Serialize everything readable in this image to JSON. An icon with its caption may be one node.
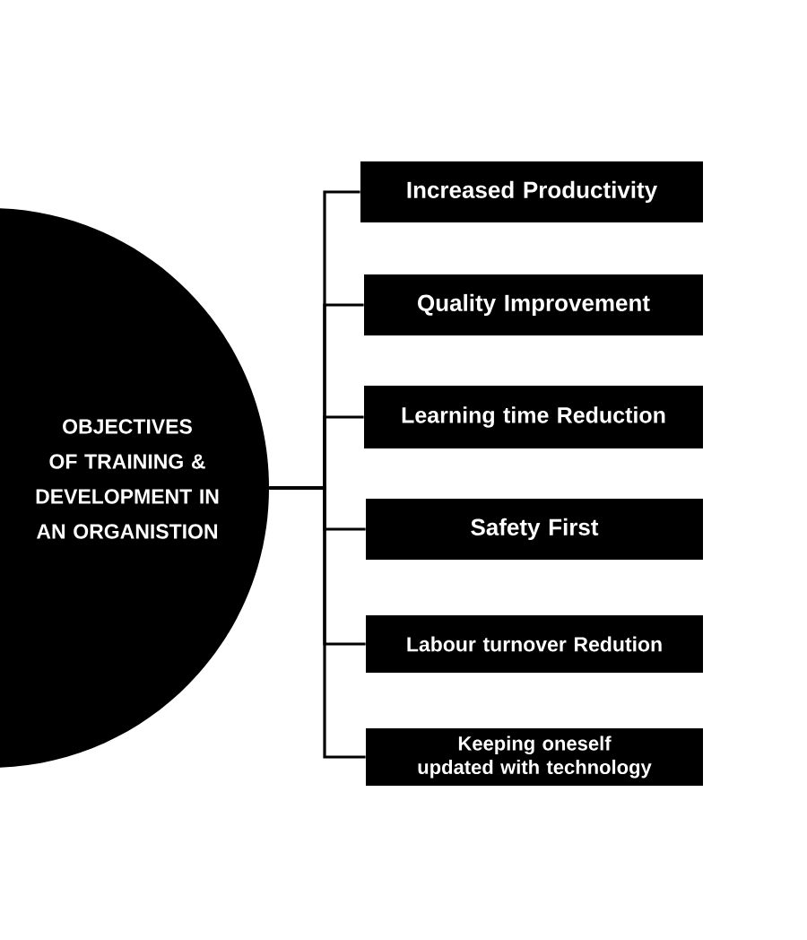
{
  "diagram": {
    "nodes": [
      {
        "text": [
          "OBJECTIVES OF TRAINING & DEVELOPMENT IN AN ORGANISTION"
        ]
      },
      {
        "text": [
          "Increased Productivity"
        ]
      },
      {
        "text": [
          "Quality Improvement"
        ]
      },
      {
        "text": [
          "Learning time Reduction"
        ]
      },
      {
        "text": [
          "Safety First"
        ]
      },
      {
        "text": [
          "Labour turnover Redution"
        ]
      },
      {
        "text": [
          "Keeping oneself updated with technology"
        ]
      }
    ],
    "edges": [
      {
        "from": 0,
        "to": 1,
        "arrow": "none"
      },
      {
        "from": 0,
        "to": 2,
        "arrow": "none"
      },
      {
        "from": 0,
        "to": 3,
        "arrow": "none"
      },
      {
        "from": 0,
        "to": 4,
        "arrow": "none"
      },
      {
        "from": 0,
        "to": 5,
        "arrow": "none"
      },
      {
        "from": 0,
        "to": 6,
        "arrow": "none"
      }
    ]
  }
}
